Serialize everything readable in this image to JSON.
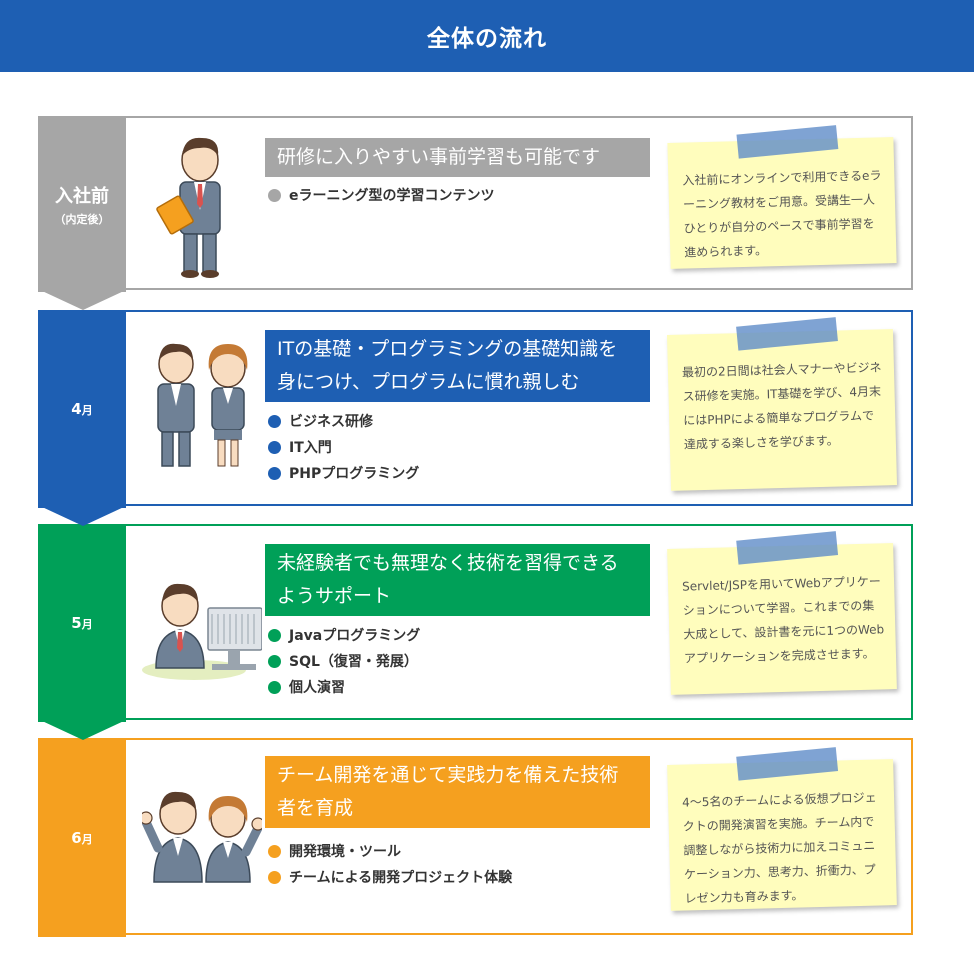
{
  "header": {
    "title": "全体の流れ"
  },
  "stages": [
    {
      "label": "入社前",
      "sublabel": "（内定後）",
      "title": "研修に入りやすい事前学習も可能です",
      "items": [
        "eラーニング型の学習コンテンツ"
      ],
      "note": "入社前にオンラインで利用できるeラーニング教材をご用意。受講生一人ひとりが自分のペースで事前学習を進められます。",
      "color": "#a6a6a6"
    },
    {
      "label_num": "4",
      "label_unit": "月",
      "title_line1": "ITの基礎・プログラミングの基礎知識を",
      "title_line2": "身につけ、プログラムに慣れ親しむ",
      "items": [
        "ビジネス研修",
        "IT入門",
        "PHPプログラミング"
      ],
      "note": "最初の2日間は社会人マナーやビジネス研修を実施。IT基礎を学び、4月末にはPHPによる簡単なプログラムで達成する楽しさを学びます。",
      "color": "#1e5fb3"
    },
    {
      "label_num": "5",
      "label_unit": "月",
      "title_line1": "未経験者でも無理なく技術を習得できる",
      "title_line2": "ようサポート",
      "items": [
        "Javaプログラミング",
        "SQL（復習・発展）",
        "個人演習"
      ],
      "note": "Servlet/JSPを用いてWebアプリケーションについて学習。これまでの集大成として、設計書を元に1つのWebアプリケーションを完成させます。",
      "color": "#00a058"
    },
    {
      "label_num": "6",
      "label_unit": "月",
      "title_line1": "チーム開発を通じて実践力を備えた技術",
      "title_line2": "者を育成",
      "items": [
        "開発環境・ツール",
        "チームによる開発プロジェクト体験"
      ],
      "note": "4～5名のチームによる仮想プロジェクトの開発演習を実施。チーム内で調整しながら技術力に加えコミュニケーション力、思考力、折衝力、プレゼン力も育みます。",
      "color": "#f5a01f"
    }
  ]
}
